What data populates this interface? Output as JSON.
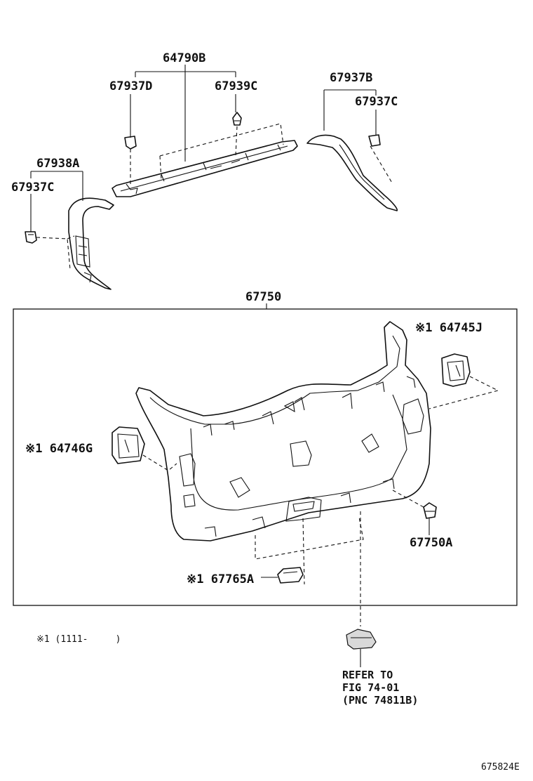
{
  "callouts": {
    "p64790B": "64790B",
    "p67937D": "67937D",
    "p67939C": "67939C",
    "p67937B": "67937B",
    "p67937C_right": "67937C",
    "p67938A": "67938A",
    "p67937C_left": "67937C",
    "p67750": "67750",
    "p64745J": "※1 64745J",
    "p64746G": "※1 64746G",
    "p67750A": "67750A",
    "p67765A": "※1 67765A"
  },
  "note": "※1 (1111-     )",
  "refer": {
    "line1": "REFER TO",
    "line2": "FIG 74-01",
    "line3": "(PNC 74811B)"
  },
  "figure_id": "675824E"
}
